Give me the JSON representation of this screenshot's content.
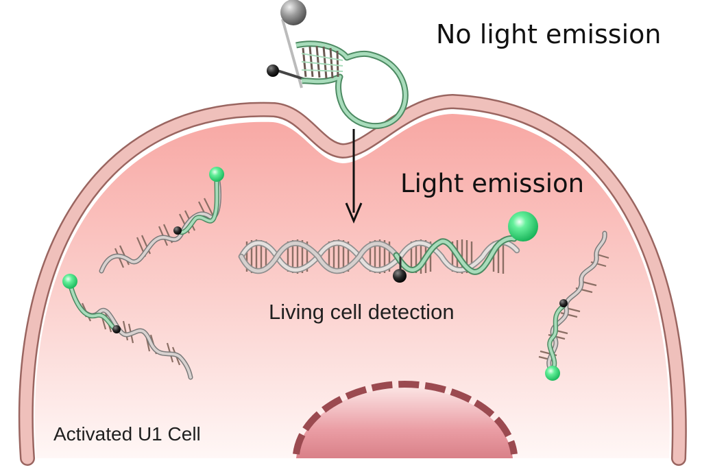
{
  "labels": {
    "no_light": "No light emission",
    "light": "Light emission",
    "living_detection": "Living cell detection",
    "cell_name": "Activated U1 Cell"
  },
  "colors": {
    "membrane_fill": "#efc0bb",
    "membrane_stroke": "#9a6560",
    "cytoplasm_top": "#f7a7a3",
    "cytoplasm_bottom": "#fff6f5",
    "nucleus": "#e59aa0",
    "nuclear_envelope": "#9b4a50",
    "probe_strand": "#9fd3b2",
    "probe_outline": "#4c8a62",
    "target_strand": "#d9d3d1",
    "base_pair": "#8a6e64",
    "fluorophore": "#3de07e",
    "quencher": "#333333"
  }
}
